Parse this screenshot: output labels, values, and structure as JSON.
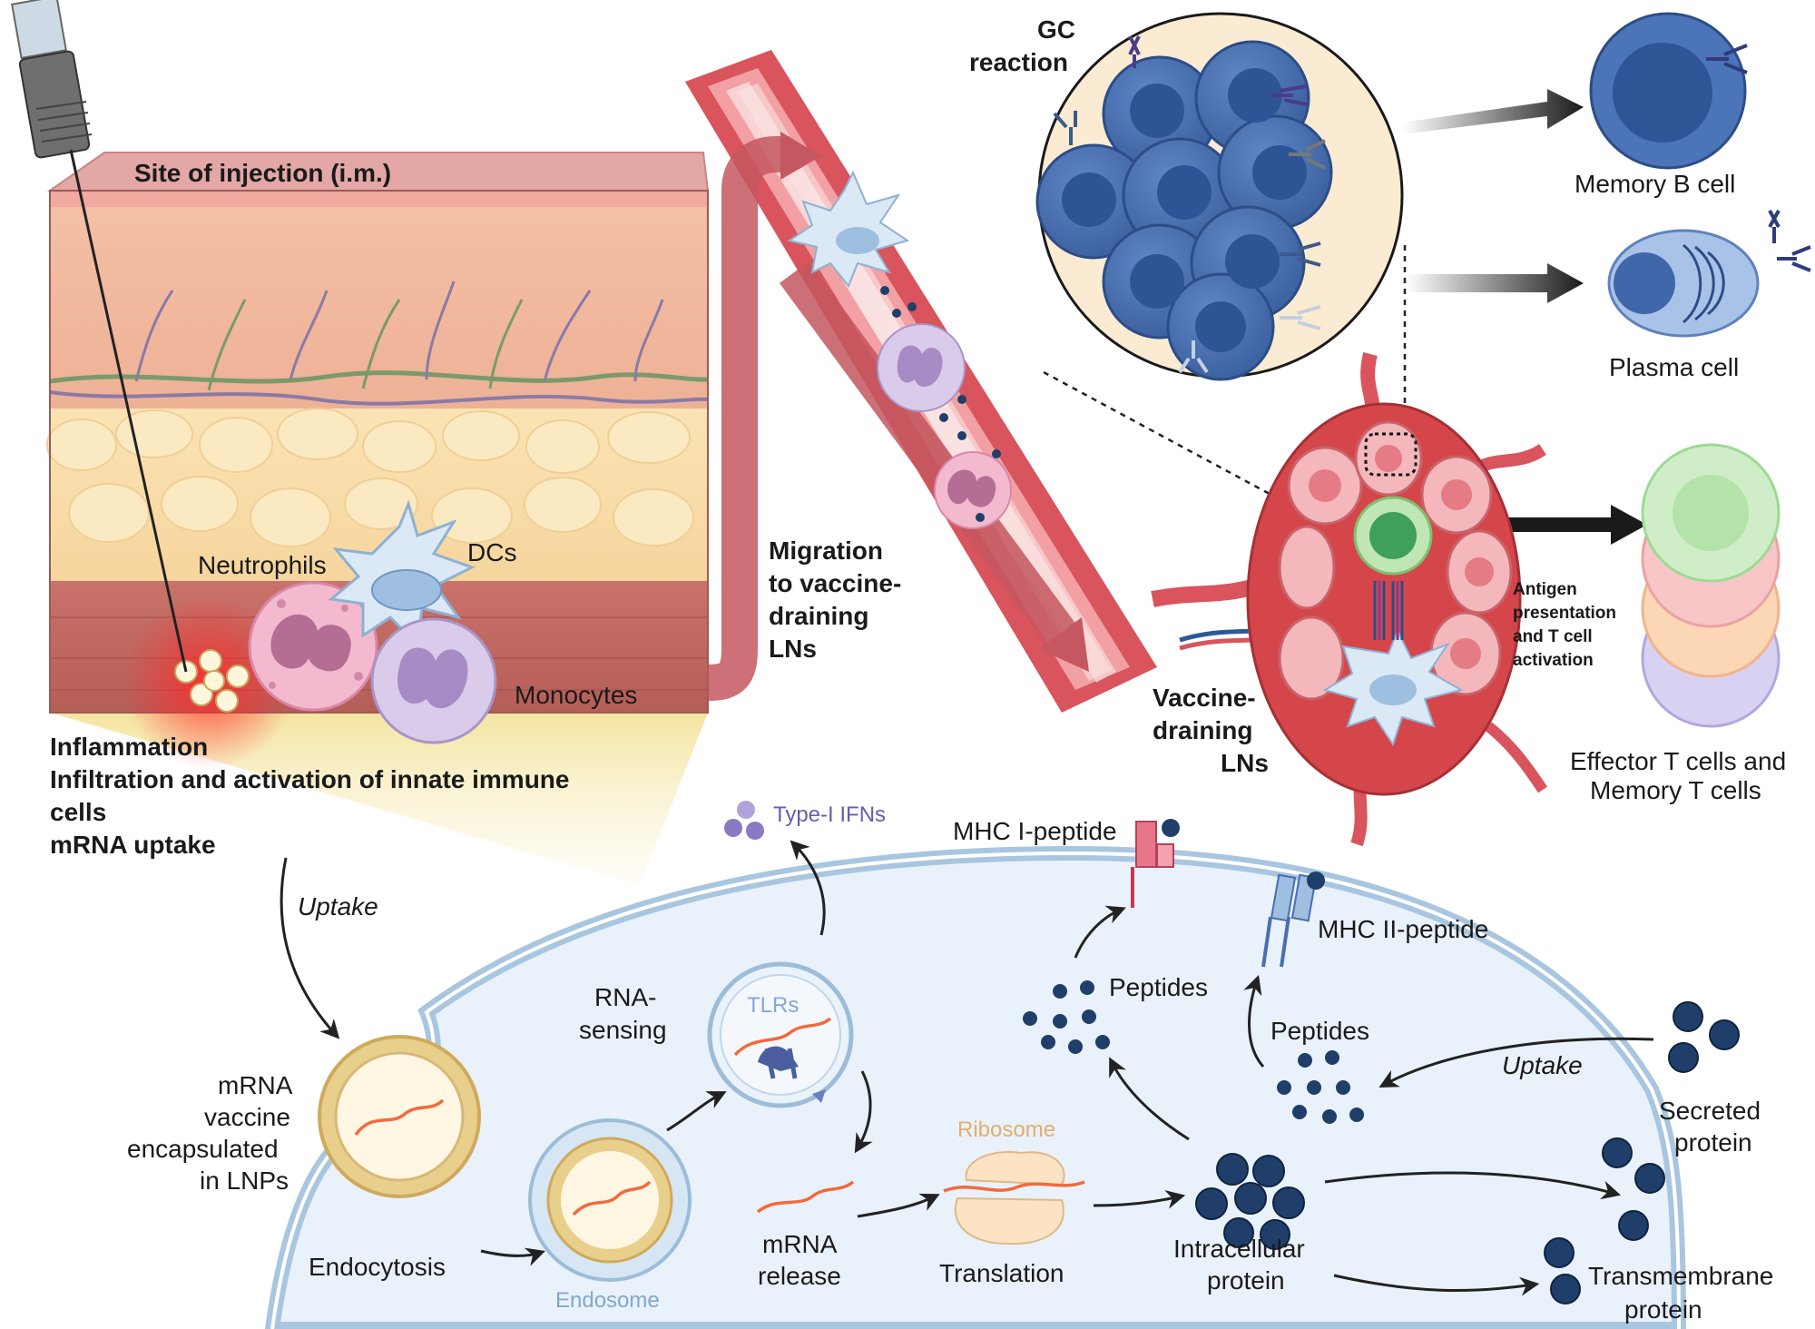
{
  "tissue": {
    "site_title": "Site of injection (i.m.)",
    "neutrophils": "Neutrophils",
    "dcs": "DCs",
    "monocytes": "Monocytes",
    "notes": [
      "Inflammation",
      "Infiltration and activation of innate immune",
      "cells",
      "mRNA uptake"
    ]
  },
  "vessel": {
    "migration": [
      "Migration",
      "to vaccine-",
      "draining",
      "LNs"
    ]
  },
  "lymph_node": {
    "label": [
      "Vaccine-",
      "draining",
      "LNs"
    ],
    "antigen_presentation": [
      "Antigen",
      "presentation",
      "and T cell",
      "activation"
    ]
  },
  "gc": {
    "title": [
      "GC",
      "reaction"
    ],
    "memory_b": "Memory B cell",
    "plasma": "Plasma cell",
    "effector_t": [
      "Effector T cells and",
      "Memory T cells"
    ]
  },
  "cell": {
    "uptake_left": "Uptake",
    "lnp": [
      "mRNA",
      "vaccine",
      "encapsulated",
      "in LNPs"
    ],
    "endocytosis": "Endocytosis",
    "endosome": "Endosome",
    "rna_sensing": [
      "RNA-",
      "sensing"
    ],
    "tlrs": "TLRs",
    "type_i_ifns": "Type-I IFNs",
    "mrna_release": [
      "mRNA",
      "release"
    ],
    "ribosome": "Ribosome",
    "translation": "Translation",
    "intracellular_protein": [
      "Intracellular",
      "protein"
    ],
    "mhc1": "MHC I-peptide",
    "mhc2": "MHC II-peptide",
    "peptides_left": "Peptides",
    "peptides_right": "Peptides",
    "uptake_right": "Uptake",
    "secreted_protein": [
      "Secreted",
      "protein"
    ],
    "transmembrane_protein": [
      "Transmembrane",
      "protein"
    ]
  },
  "colors": {
    "vessel_red": "#d9545c",
    "cell_membrane": "#a9c6e0",
    "cytoplasm": "#e9f1fa",
    "b_cell": "#3f67aa",
    "protein": "#1f3f6a",
    "lnp_gold": "#e9cf8c"
  }
}
